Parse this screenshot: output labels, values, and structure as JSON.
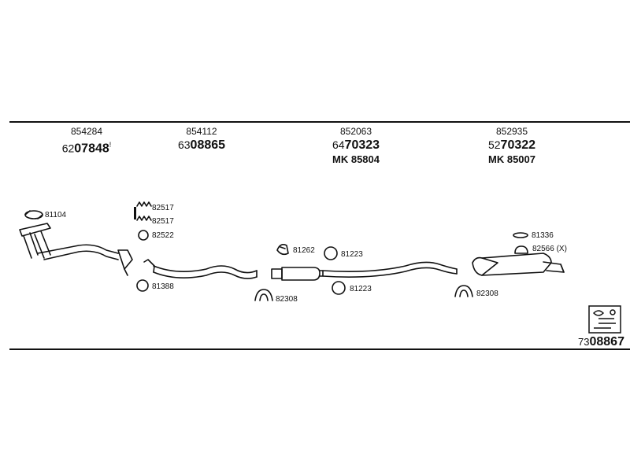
{
  "headers": [
    {
      "ref": "854284",
      "prefix": "62",
      "number": "07848",
      "mark": "!",
      "mk": ""
    },
    {
      "ref": "854112",
      "prefix": "63",
      "number": "08865",
      "mark": "",
      "mk": ""
    },
    {
      "ref": "852063",
      "prefix": "64",
      "number": "70323",
      "mark": "",
      "mk": "MK  85804"
    },
    {
      "ref": "852935",
      "prefix": "52",
      "number": "70322",
      "mark": "",
      "mk": "MK  85007"
    }
  ],
  "labels": {
    "p81104": "81104",
    "p82517a": "82517",
    "p82517b": "82517",
    "p82522": "82522",
    "p81388": "81388",
    "p81262": "81262",
    "p81223a": "81223",
    "p81223b": "81223",
    "p82308a": "82308",
    "p82308b": "82308",
    "p81336": "81336",
    "p82566": "82566 (X)"
  },
  "footer": {
    "prefix": "73",
    "number": "08867"
  }
}
